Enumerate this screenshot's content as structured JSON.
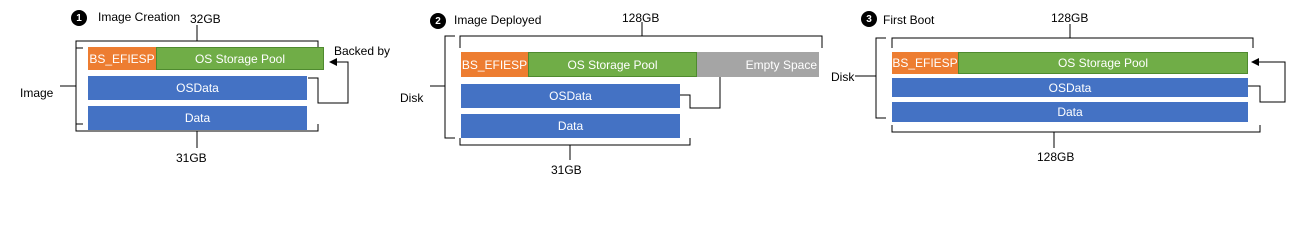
{
  "colors": {
    "efiesp": "#ed7d31",
    "os_storage_pool": "#70ad47",
    "data_partitions": "#4472c4",
    "empty_space": "#a5a5a5"
  },
  "panel1": {
    "step": "1",
    "title": "Image Creation",
    "top_size": "32GB",
    "bottom_size": "31GB",
    "side_label": "Image",
    "backed_by": "Backed by",
    "efiesp": "BS_EFIESP",
    "pool": "OS Storage Pool",
    "osdata": "OSData",
    "data": "Data"
  },
  "panel2": {
    "step": "2",
    "title": "Image Deployed",
    "top_size": "128GB",
    "bottom_size": "31GB",
    "side_label": "Disk",
    "efiesp": "BS_EFIESP",
    "pool": "OS Storage Pool",
    "empty": "Empty Space",
    "osdata": "OSData",
    "data": "Data"
  },
  "panel3": {
    "step": "3",
    "title": "First Boot",
    "top_size": "128GB",
    "bottom_size": "128GB",
    "side_label": "Disk",
    "efiesp": "BS_EFIESP",
    "pool": "OS Storage Pool",
    "osdata": "OSData",
    "data": "Data"
  }
}
